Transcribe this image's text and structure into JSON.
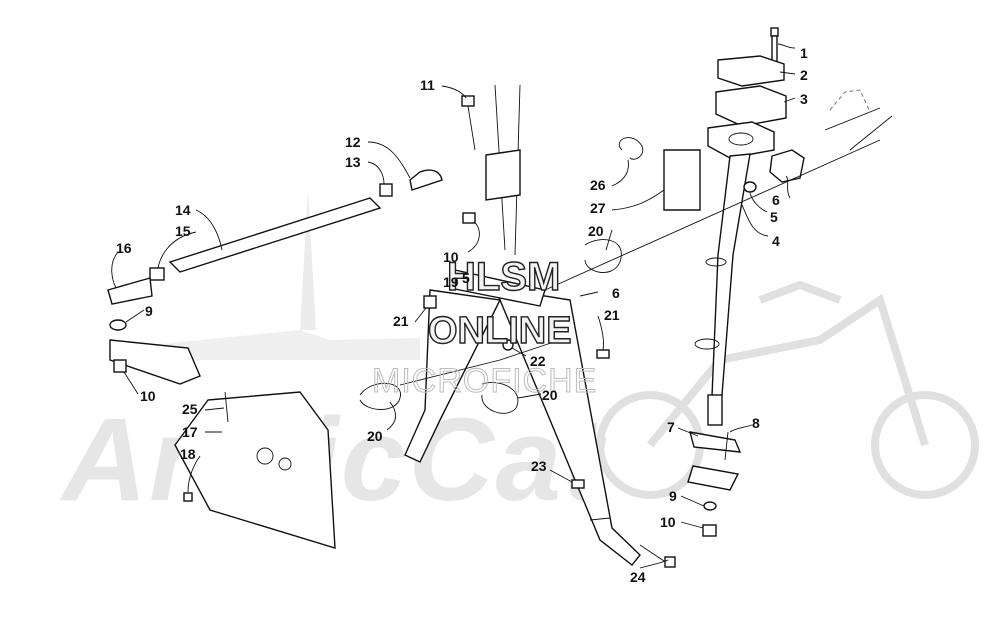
{
  "watermark": {
    "brand": "ArcticCat",
    "line1": "HLSM",
    "line2": "ONLINE",
    "line3": "MICROFICHE"
  },
  "callouts": [
    {
      "id": "1",
      "text": "1"
    },
    {
      "id": "2",
      "text": "2"
    },
    {
      "id": "3",
      "text": "3"
    },
    {
      "id": "4",
      "text": "4"
    },
    {
      "id": "5a",
      "text": "5"
    },
    {
      "id": "5b",
      "text": "5"
    },
    {
      "id": "6a",
      "text": "6"
    },
    {
      "id": "6b",
      "text": "6"
    },
    {
      "id": "7",
      "text": "7"
    },
    {
      "id": "8",
      "text": "8"
    },
    {
      "id": "9a",
      "text": "9"
    },
    {
      "id": "9b",
      "text": "9"
    },
    {
      "id": "10a",
      "text": "10"
    },
    {
      "id": "10b",
      "text": "10"
    },
    {
      "id": "10c",
      "text": "10"
    },
    {
      "id": "11",
      "text": "11"
    },
    {
      "id": "12",
      "text": "12"
    },
    {
      "id": "13",
      "text": "13"
    },
    {
      "id": "14",
      "text": "14"
    },
    {
      "id": "15",
      "text": "15"
    },
    {
      "id": "16",
      "text": "16"
    },
    {
      "id": "17",
      "text": "17"
    },
    {
      "id": "18",
      "text": "18"
    },
    {
      "id": "19",
      "text": "19"
    },
    {
      "id": "20a",
      "text": "20"
    },
    {
      "id": "20b",
      "text": "20"
    },
    {
      "id": "20c",
      "text": "20"
    },
    {
      "id": "21a",
      "text": "21"
    },
    {
      "id": "21b",
      "text": "21"
    },
    {
      "id": "22",
      "text": "22"
    },
    {
      "id": "23",
      "text": "23"
    },
    {
      "id": "24",
      "text": "24"
    },
    {
      "id": "25",
      "text": "25"
    },
    {
      "id": "26",
      "text": "26"
    },
    {
      "id": "27",
      "text": "27"
    }
  ]
}
